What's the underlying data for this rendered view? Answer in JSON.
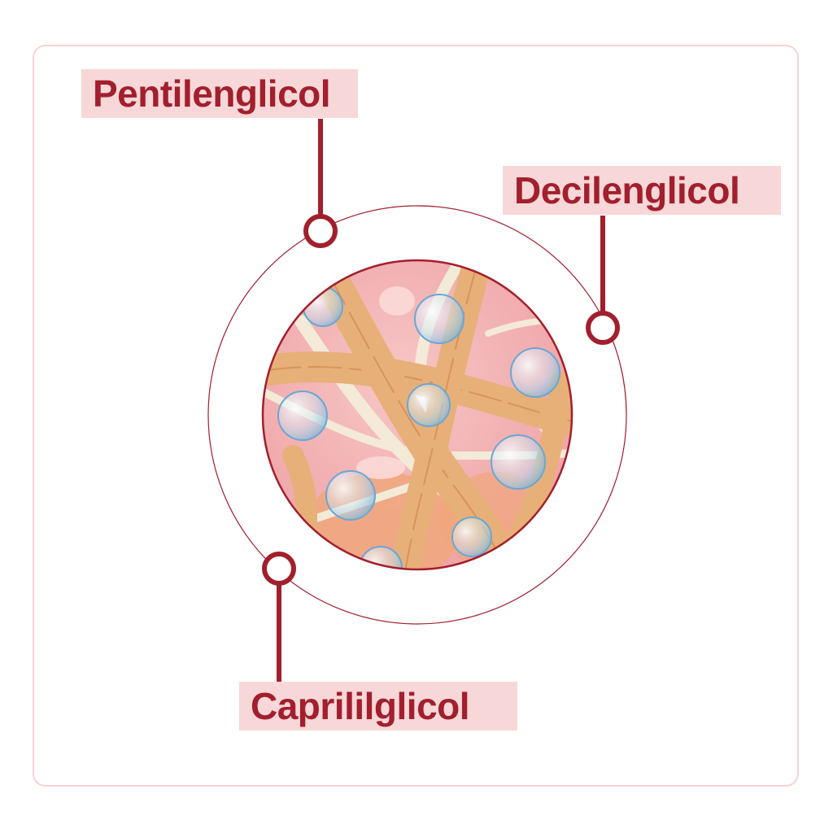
{
  "labels": {
    "pentilenglicol": "Pentilenglicol",
    "decilenglicol": "Decilenglicol",
    "caprililglicol": "Caprililglicol"
  },
  "colors": {
    "accent": "#a21f2d",
    "label_bg": "#f8d7d8",
    "frame_border": "#f6d3d6",
    "skin_bg": "#f2b5b6",
    "fiber": "#e7b078",
    "fiber_light": "#f3ead8",
    "bubble": "#a9d4ef"
  }
}
